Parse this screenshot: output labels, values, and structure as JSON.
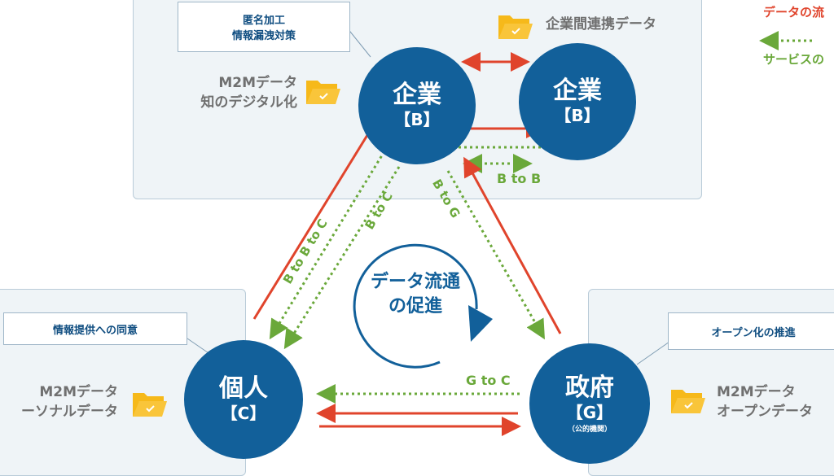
{
  "legend": {
    "data_flow": "データの流",
    "service_flow": "サービスの"
  },
  "notes": {
    "company": [
      "匿名加工",
      "情報漏洩対策"
    ],
    "individual": "情報提供への同意",
    "government": "オープン化の推進"
  },
  "data_labels": {
    "inter_company": "企業間連携データ",
    "company": [
      "M2Mデータ",
      "知のデジタル化"
    ],
    "individual": [
      "M2Mデータ",
      "ーソナルデータ"
    ],
    "government": [
      "M2Mデータ",
      "オープンデータ"
    ]
  },
  "nodes": {
    "company1": {
      "name": "企業",
      "code": "【B】"
    },
    "company2": {
      "name": "企業",
      "code": "【B】"
    },
    "individual": {
      "name": "個人",
      "code": "【C】"
    },
    "government": {
      "name": "政府",
      "code": "【G】",
      "sub": "（公的機関）"
    }
  },
  "flows": {
    "btob": "B to B",
    "btobtoc": "B to B to C",
    "btoc": "B to C",
    "btog": "B to G",
    "gtoc": "G to C"
  },
  "center": [
    "データ流通",
    "の促進"
  ],
  "colors": {
    "circle": "#12609a",
    "red": "#e0442c",
    "green": "#6aa83a",
    "folder": "#f6b91a"
  }
}
